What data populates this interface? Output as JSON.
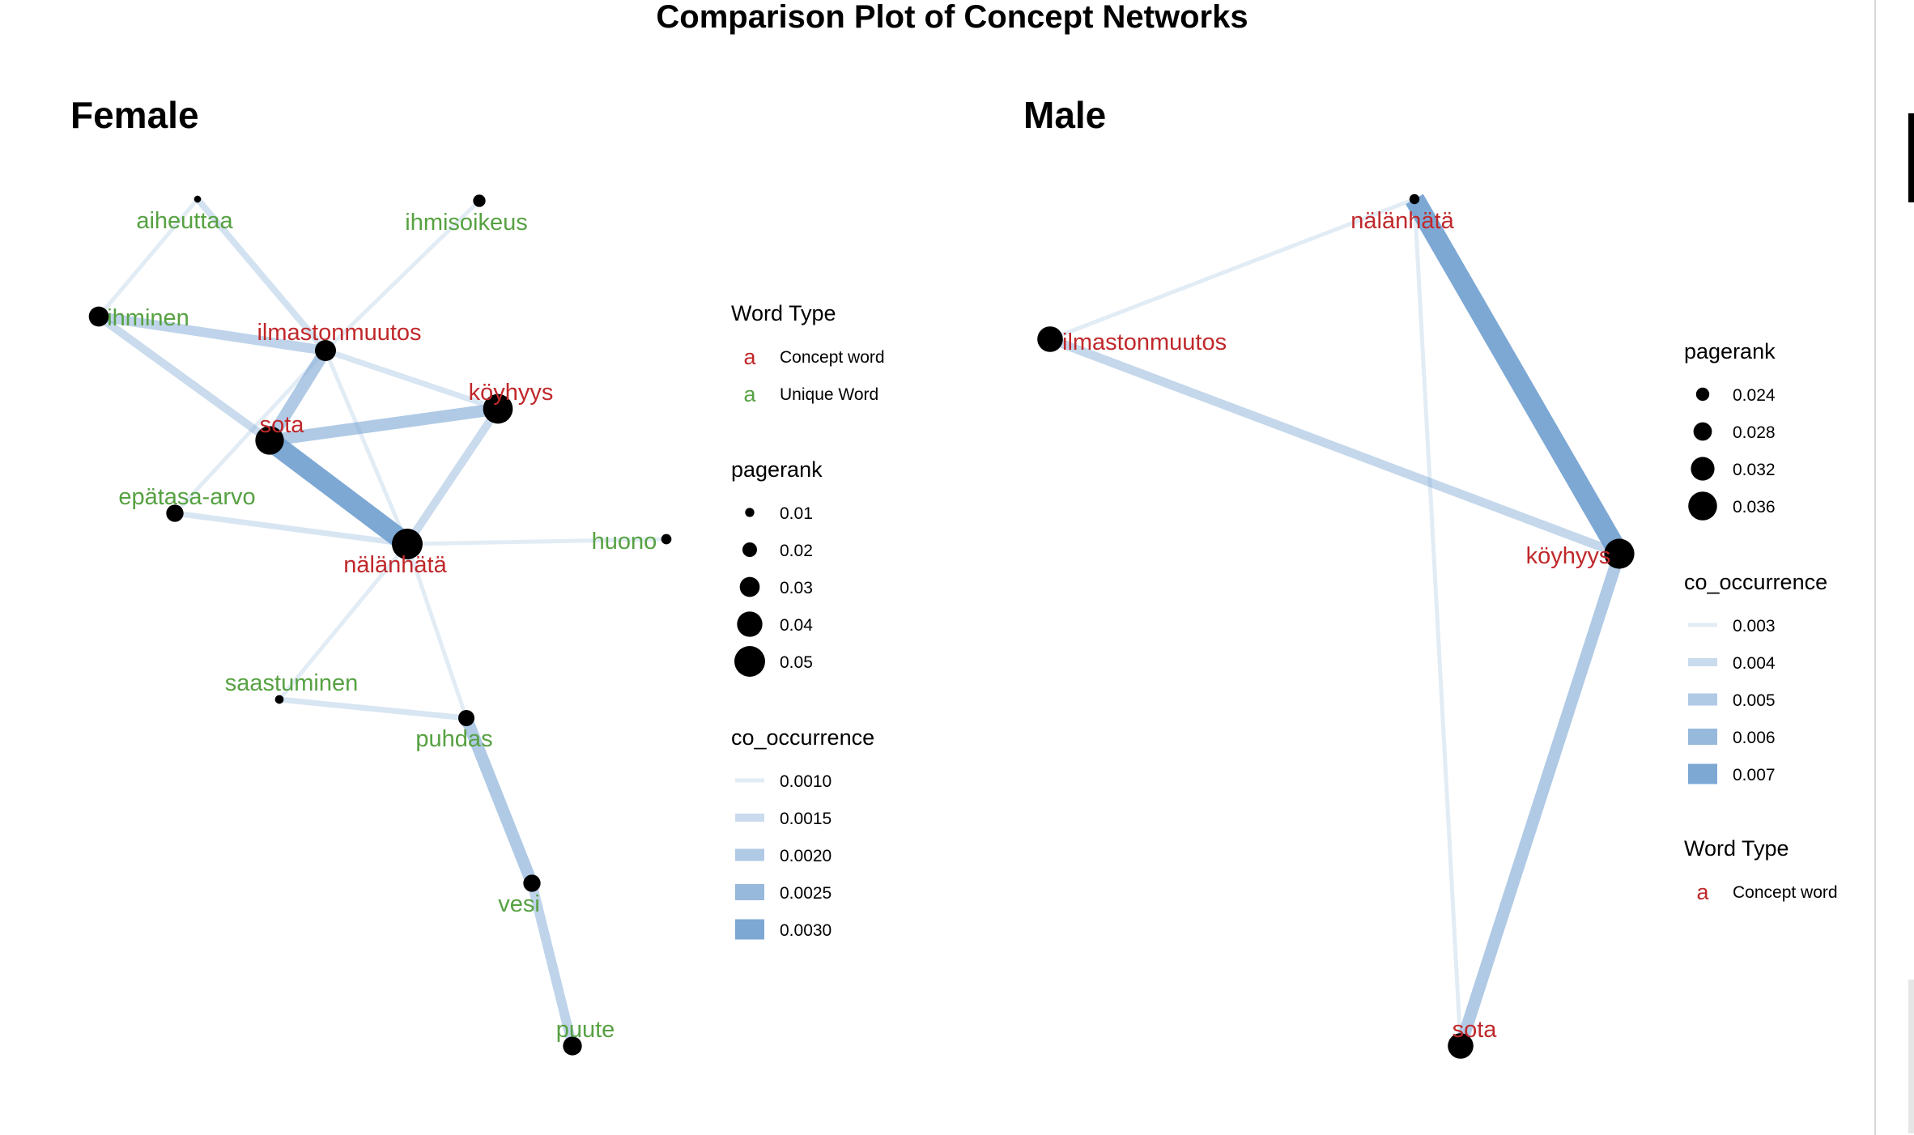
{
  "title": "Comparison Plot of Concept Networks",
  "colors": {
    "concept": "#c0282b",
    "unique": "#56a142",
    "edge": "#6f9fcf",
    "node": "#000000"
  },
  "panels": [
    {
      "name": "Female",
      "nodes": [
        {
          "id": "aiheuttaa",
          "label": "aiheuttaa",
          "type": "unique",
          "pagerank": 0.006
        },
        {
          "id": "ihmisoikeus",
          "label": "ihmisoikeus",
          "type": "unique",
          "pagerank": 0.016
        },
        {
          "id": "ihminen",
          "label": "ihminen",
          "type": "unique",
          "pagerank": 0.03
        },
        {
          "id": "ilmastonmuutos",
          "label": "ilmastonmuutos",
          "type": "concept",
          "pagerank": 0.032
        },
        {
          "id": "koyhyys",
          "label": "köyhyys",
          "type": "concept",
          "pagerank": 0.048
        },
        {
          "id": "sota",
          "label": "sota",
          "type": "concept",
          "pagerank": 0.046
        },
        {
          "id": "epatasa",
          "label": "epätasa-arvo",
          "type": "unique",
          "pagerank": 0.025
        },
        {
          "id": "huono",
          "label": "huono",
          "type": "unique",
          "pagerank": 0.012
        },
        {
          "id": "nalanhata",
          "label": "nälänhätä",
          "type": "concept",
          "pagerank": 0.05
        },
        {
          "id": "saastuminen",
          "label": "saastuminen",
          "type": "unique",
          "pagerank": 0.009
        },
        {
          "id": "puhdas",
          "label": "puhdas",
          "type": "unique",
          "pagerank": 0.023
        },
        {
          "id": "vesi",
          "label": "vesi",
          "type": "unique",
          "pagerank": 0.025
        },
        {
          "id": "puute",
          "label": "puute",
          "type": "unique",
          "pagerank": 0.028
        }
      ],
      "edges": [
        {
          "from": "aiheuttaa",
          "to": "ihminen",
          "co_occurrence": 0.001
        },
        {
          "from": "aiheuttaa",
          "to": "ilmastonmuutos",
          "co_occurrence": 0.0013
        },
        {
          "from": "ihmisoikeus",
          "to": "ilmastonmuutos",
          "co_occurrence": 0.001
        },
        {
          "from": "ihminen",
          "to": "ilmastonmuutos",
          "co_occurrence": 0.0017
        },
        {
          "from": "ihminen",
          "to": "sota",
          "co_occurrence": 0.0015
        },
        {
          "from": "ilmastonmuutos",
          "to": "sota",
          "co_occurrence": 0.002
        },
        {
          "from": "ilmastonmuutos",
          "to": "koyhyys",
          "co_occurrence": 0.0012
        },
        {
          "from": "ilmastonmuutos",
          "to": "nalanhata",
          "co_occurrence": 0.001
        },
        {
          "from": "ilmastonmuutos",
          "to": "epatasa",
          "co_occurrence": 0.001
        },
        {
          "from": "sota",
          "to": "koyhyys",
          "co_occurrence": 0.002
        },
        {
          "from": "sota",
          "to": "nalanhata",
          "co_occurrence": 0.003
        },
        {
          "from": "koyhyys",
          "to": "nalanhata",
          "co_occurrence": 0.0015
        },
        {
          "from": "epatasa",
          "to": "nalanhata",
          "co_occurrence": 0.0012
        },
        {
          "from": "nalanhata",
          "to": "huono",
          "co_occurrence": 0.001
        },
        {
          "from": "nalanhata",
          "to": "saastuminen",
          "co_occurrence": 0.001
        },
        {
          "from": "nalanhata",
          "to": "puhdas",
          "co_occurrence": 0.001
        },
        {
          "from": "saastuminen",
          "to": "puhdas",
          "co_occurrence": 0.0012
        },
        {
          "from": "puhdas",
          "to": "vesi",
          "co_occurrence": 0.002
        },
        {
          "from": "vesi",
          "to": "puute",
          "co_occurrence": 0.0017
        }
      ],
      "legends": {
        "word_type": {
          "title": "Word Type",
          "glyph": "a",
          "items": [
            {
              "label": "Concept word",
              "type": "concept"
            },
            {
              "label": "Unique Word",
              "type": "unique"
            }
          ]
        },
        "pagerank": {
          "title": "pagerank",
          "items": [
            {
              "label": "0.01",
              "value": 0.01
            },
            {
              "label": "0.02",
              "value": 0.02
            },
            {
              "label": "0.03",
              "value": 0.03
            },
            {
              "label": "0.04",
              "value": 0.04
            },
            {
              "label": "0.05",
              "value": 0.05
            }
          ]
        },
        "co_occurrence": {
          "title": "co_occurrence",
          "items": [
            {
              "label": "0.0010",
              "value": 0.001
            },
            {
              "label": "0.0015",
              "value": 0.0015
            },
            {
              "label": "0.0020",
              "value": 0.002
            },
            {
              "label": "0.0025",
              "value": 0.0025
            },
            {
              "label": "0.0030",
              "value": 0.003
            }
          ]
        }
      }
    },
    {
      "name": "Male",
      "nodes": [
        {
          "id": "nalanhata",
          "label": "nälänhätä",
          "type": "concept",
          "pagerank": 0.0215
        },
        {
          "id": "ilmastonmuutos",
          "label": "ilmastonmuutos",
          "type": "concept",
          "pagerank": 0.0335
        },
        {
          "id": "koyhyys",
          "label": "köyhyys",
          "type": "concept",
          "pagerank": 0.037
        },
        {
          "id": "sota",
          "label": "sota",
          "type": "concept",
          "pagerank": 0.0335
        }
      ],
      "edges": [
        {
          "from": "nalanhata",
          "to": "koyhyys",
          "co_occurrence": 0.007
        },
        {
          "from": "ilmastonmuutos",
          "to": "koyhyys",
          "co_occurrence": 0.0042
        },
        {
          "from": "koyhyys",
          "to": "sota",
          "co_occurrence": 0.005
        },
        {
          "from": "nalanhata",
          "to": "ilmastonmuutos",
          "co_occurrence": 0.003
        },
        {
          "from": "nalanhata",
          "to": "sota",
          "co_occurrence": 0.003
        }
      ],
      "legends": {
        "pagerank": {
          "title": "pagerank",
          "items": [
            {
              "label": "0.024",
              "value": 0.024
            },
            {
              "label": "0.028",
              "value": 0.028
            },
            {
              "label": "0.032",
              "value": 0.032
            },
            {
              "label": "0.036",
              "value": 0.036
            }
          ]
        },
        "co_occurrence": {
          "title": "co_occurrence",
          "items": [
            {
              "label": "0.003",
              "value": 0.003
            },
            {
              "label": "0.004",
              "value": 0.004
            },
            {
              "label": "0.005",
              "value": 0.005
            },
            {
              "label": "0.006",
              "value": 0.006
            },
            {
              "label": "0.007",
              "value": 0.007
            }
          ]
        },
        "word_type": {
          "title": "Word Type",
          "glyph": "a",
          "items": [
            {
              "label": "Concept word",
              "type": "concept"
            }
          ]
        }
      }
    }
  ]
}
